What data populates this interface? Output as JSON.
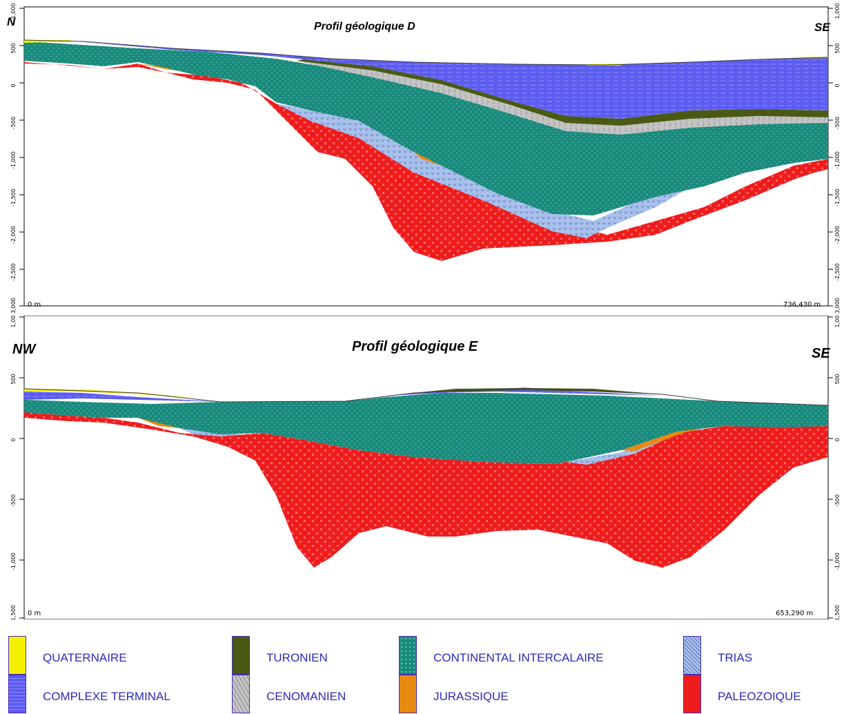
{
  "profile_d": {
    "title": "Profil géologique D",
    "left_dir": "N",
    "right_dir": "SE",
    "start_label": "0 m",
    "end_label": "736,430 m",
    "y_ticks": [
      "1,000",
      "500",
      "0",
      "-500",
      "-1,000",
      "-1,500",
      "-2,000",
      "-2,500",
      "-3,000"
    ]
  },
  "profile_e": {
    "title": "Profil géologique E",
    "left_dir": "NW",
    "right_dir": "SE",
    "start_label": "0 m",
    "end_label": "653,290 m",
    "y_ticks": [
      "1,000",
      "500",
      "0",
      "-500",
      "-1,000",
      "-1,500"
    ]
  },
  "legend": [
    {
      "label": "QUATERNAIRE",
      "color": "#f4f000",
      "pattern": "solid"
    },
    {
      "label": "COMPLEXE TERMINAL",
      "color": "#5c5cf0",
      "pattern": "dash"
    },
    {
      "label": "TURONIEN",
      "color": "#4a5a14",
      "pattern": "solid"
    },
    {
      "label": "CENOMANIEN",
      "color": "#c4c4c4",
      "pattern": "hatch"
    },
    {
      "label": "CONTINENTAL INTERCALAIRE",
      "color": "#1a8a7c",
      "pattern": "dot"
    },
    {
      "label": "JURASSIQUE",
      "color": "#e88a10",
      "pattern": "solid"
    },
    {
      "label": "TRIAS",
      "color": "#a8c0ec",
      "pattern": "v"
    },
    {
      "label": "PALEOZOIQUE",
      "color": "#ee1c1c",
      "pattern": "cross"
    }
  ],
  "colors": {
    "quaternaire": "#f4f000",
    "complexe_terminal": "#5c5cf0",
    "turonien": "#4a5a14",
    "cenomanien": "#c4c4c4",
    "continental_intercalaire": "#1a8a7c",
    "jurassique": "#e88a10",
    "trias": "#a8c0ec",
    "paleozoique": "#ee1c1c",
    "legend_text": "#2a2ab8"
  }
}
